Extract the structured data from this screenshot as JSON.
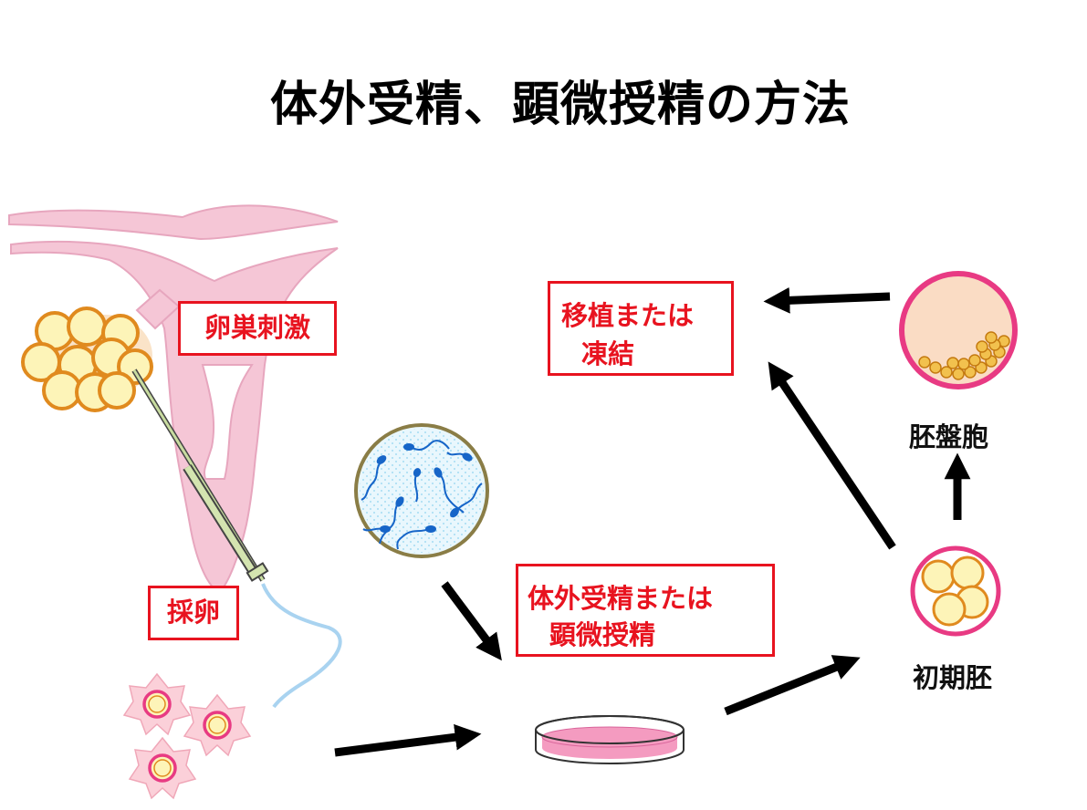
{
  "title": "体外受精、顕微授精の方法",
  "labels": {
    "ovarian_stimulation": "卵巣刺激",
    "egg_retrieval": "採卵",
    "ivf_line1": "体外受精または",
    "ivf_line2": "顕微授精",
    "transfer_line1": "移植または",
    "transfer_line2": "凍結",
    "early_embryo": "初期胚",
    "blastocyst": "胚盤胞"
  },
  "colors": {
    "label_red": "#e8131f",
    "uterus_pink": "#f5c6d6",
    "follicle_fill": "#fdf4b8",
    "follicle_stroke": "#e08a1e",
    "sperm_blue": "#1665c8",
    "dish_pink": "#f49bc0",
    "embryo_ring": "#e83a83",
    "arrow": "#000000"
  }
}
